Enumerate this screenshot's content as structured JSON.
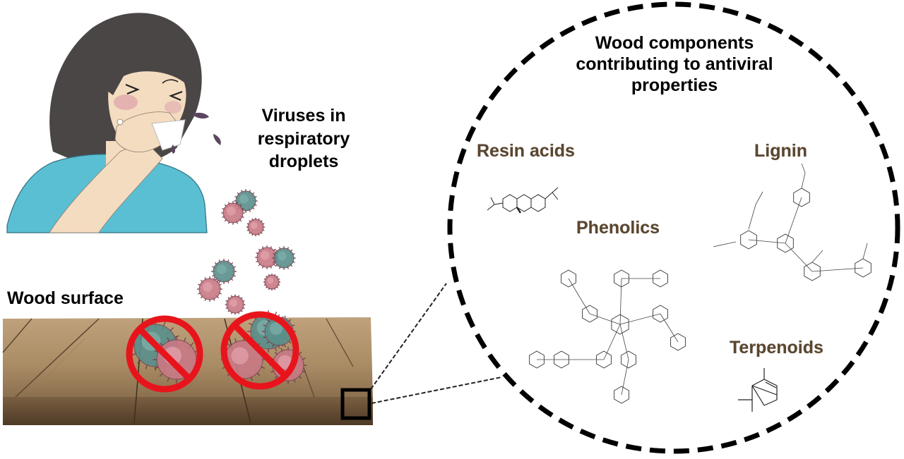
{
  "figure": {
    "title": "Wood components contributing to antiviral properties",
    "title_lines": [
      "Wood components",
      "contributing to antiviral",
      "properties"
    ],
    "virus_label_lines": [
      "Viruses in",
      "respiratory",
      "droplets"
    ],
    "surface_label": "Wood surface",
    "components": [
      {
        "name": "Resin acids",
        "structure": "abietic-acid-structure"
      },
      {
        "name": "Lignin",
        "structure": "lignin-structure"
      },
      {
        "name": "Phenolics",
        "structure": "tannic-acid-structure"
      },
      {
        "name": "Terpenoids",
        "structure": "pinene-structure"
      }
    ],
    "colors": {
      "component_label": "#5a4630",
      "shirt": "#5bbfd3",
      "hair": "#4a4646",
      "skin": "#f3dcc0",
      "prohibit": "#e8141c",
      "wood_light": "#b89a74",
      "wood_dark": "#6e5438",
      "virus_pink": "#c97a86",
      "virus_teal": "#5a8f8c",
      "droplet": "#5b4660"
    },
    "icons": {
      "person": "sneezing-person-icon",
      "virus": "virus-particle-icon",
      "prohibit": "no-entry-icon",
      "zoom_box": "magnify-region-icon"
    }
  }
}
